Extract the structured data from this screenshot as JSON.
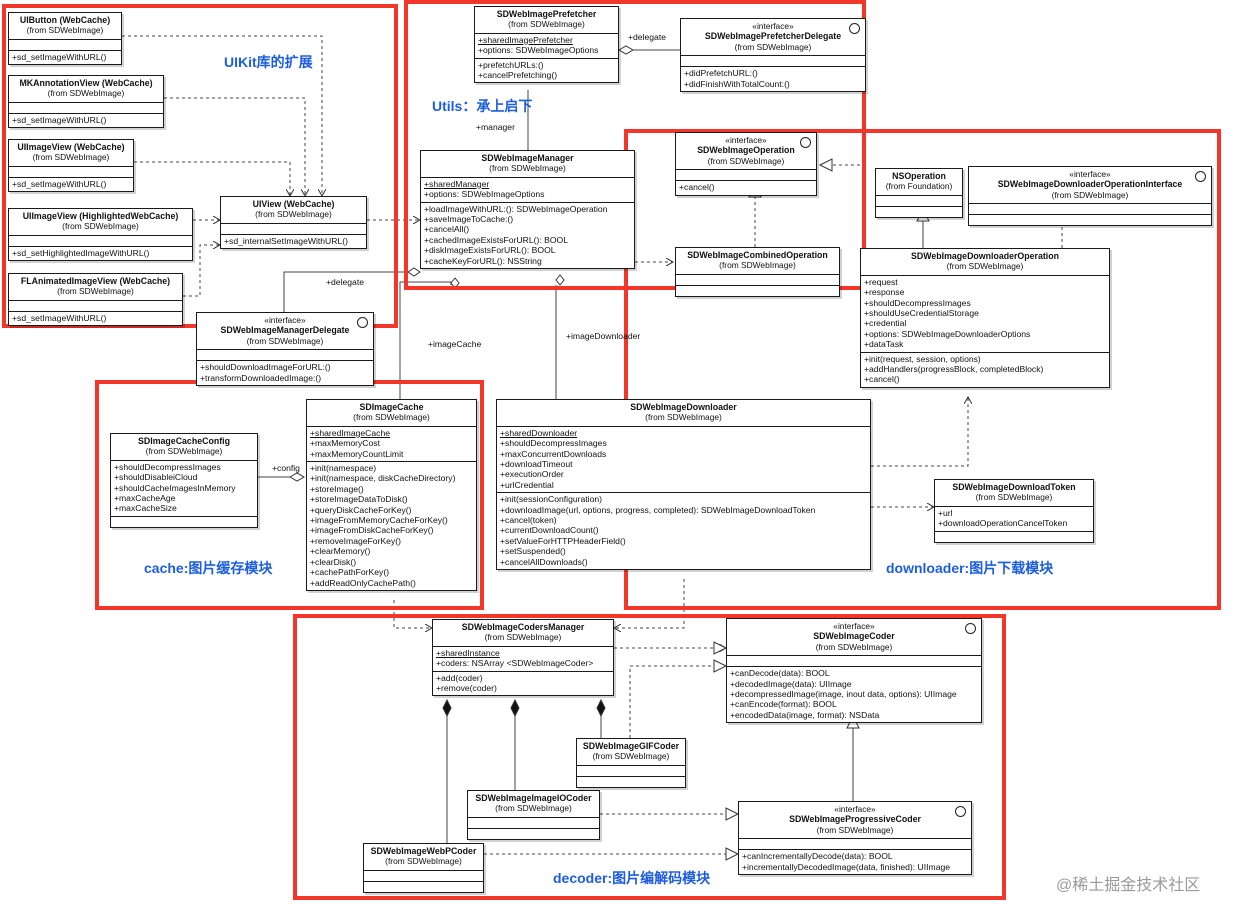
{
  "classes": {
    "uibutton": {
      "name": "UIButton (WebCache)",
      "from": "(from SDWebImage)",
      "attrs": [],
      "ops": [
        "+sd_setImageWithURL()"
      ]
    },
    "mkannotation": {
      "name": "MKAnnotationView (WebCache)",
      "from": "(from SDWebImage)",
      "attrs": [],
      "ops": [
        "+sd_setImageWithURL()"
      ]
    },
    "uiimageview": {
      "name": "UIImageView (WebCache)",
      "from": "(from SDWebImage)",
      "attrs": [],
      "ops": [
        "+sd_setImageWithURL()"
      ]
    },
    "uiimageviewhl": {
      "name": "UIImageView (HighlightedWebCache)",
      "from": "(from SDWebImage)",
      "attrs": [],
      "ops": [
        "+sd_setHighlightedImageWithURL()"
      ]
    },
    "flanimated": {
      "name": "FLAnimatedImageView (WebCache)",
      "from": "(from SDWebImage)",
      "attrs": [],
      "ops": [
        "+sd_setImageWithURL()"
      ]
    },
    "uiview": {
      "name": "UIView (WebCache)",
      "from": "(from SDWebImage)",
      "attrs": [],
      "ops": [
        "+sd_internalSetImageWithURL()"
      ]
    },
    "prefetcher": {
      "name": "SDWebImagePrefetcher",
      "from": "(from SDWebImage)",
      "attrs": [
        "+sharedImagePrefetcher",
        "+options: SDWebImageOptions"
      ],
      "ops": [
        "+prefetchURLs:()",
        "+cancelPrefetching()"
      ]
    },
    "prefetcherdelegate": {
      "stereo": "«interface»",
      "name": "SDWebImagePrefetcherDelegate",
      "from": "(from SDWebImage)",
      "ops": [
        "+didPrefetchURL:()",
        "+didFinishWithTotalCount:()"
      ]
    },
    "manager": {
      "name": "SDWebImageManager",
      "from": "(from SDWebImage)",
      "attrs": [
        "+sharedManager",
        "+options: SDWebImageOptions"
      ],
      "ops": [
        "+loadImageWithURL:(): SDWebImageOperation",
        "+saveImageToCache:()",
        "+cancelAll()",
        "+cachedImageExistsForURL(): BOOL",
        "+diskImageExistsForURL(): BOOL",
        "+cacheKeyForURL(): NSString"
      ]
    },
    "managerdelegate": {
      "stereo": "«interface»",
      "name": "SDWebImageManagerDelegate",
      "from": "(from SDWebImage)",
      "ops": [
        "+shouldDownloadImageForURL:()",
        "+transformDownloadedImage:()"
      ]
    },
    "operation": {
      "stereo": "«interface»",
      "name": "SDWebImageOperation",
      "from": "(from SDWebImage)",
      "ops": [
        "+cancel()"
      ]
    },
    "combined": {
      "name": "SDWebImageCombinedOperation",
      "from": "(from SDWebImage)",
      "attrs": [],
      "ops": []
    },
    "nsoperation": {
      "name": "NSOperation",
      "from": "(from Foundation)",
      "attrs": [],
      "ops": []
    },
    "dlopinterface": {
      "stereo": "«interface»",
      "name": "SDWebImageDownloaderOperationInterface",
      "from": "(from SDWebImage)",
      "ops": []
    },
    "dloperation": {
      "name": "SDWebImageDownloaderOperation",
      "from": "(from SDWebImage)",
      "attrs": [
        "+request",
        "+response",
        "+shouldDecompressImages",
        "+shouldUseCredentialStorage",
        "+credential",
        "+options: SDWebImageDownloaderOptions",
        "+dataTask"
      ],
      "ops": [
        "+init(request, session, options)",
        "+addHandlers(progressBlock, completedBlock)",
        "+cancel()"
      ]
    },
    "cacheconfig": {
      "name": "SDImageCacheConfig",
      "from": "(from SDWebImage)",
      "attrs": [
        "+shouldDecompressImages",
        "+shouldDisableiCloud",
        "+shouldCacheImagesInMemory",
        "+maxCacheAge",
        "+maxCacheSize"
      ],
      "ops": []
    },
    "imagecache": {
      "name": "SDImageCache",
      "from": "(from SDWebImage)",
      "attrs": [
        "+sharedImageCache",
        "+maxMemoryCost",
        "+maxMemoryCountLimit"
      ],
      "ops": [
        "+init(namespace)",
        "+init(namespace, diskCacheDirectory)",
        "+storeImage()",
        "+storeImageDataToDisk()",
        "+queryDiskCacheForKey()",
        "+imageFromMemoryCacheForKey()",
        "+imageFromDiskCacheForKey()",
        "+removeImageForKey()",
        "+clearMemory()",
        "+clearDisk()",
        "+cachePathForKey()",
        "+addReadOnlyCachePath()"
      ]
    },
    "downloader": {
      "name": "SDWebImageDownloader",
      "from": "(from SDWebImage)",
      "attrs": [
        "+sharedDownloader",
        "+shouldDecompressImages",
        "+maxConcurrentDownloads",
        "+downloadTimeout",
        "+executionOrder",
        "+urlCredential"
      ],
      "ops": [
        "+init(sessionConfiguration)",
        "+downloadImage(url, options, progress, completed): SDWebImageDownloadToken",
        "+cancel(token)",
        "+currentDownloadCount()",
        "+setValueForHTTPHeaderField()",
        "+setSuspended()",
        "+cancelAllDownloads()"
      ]
    },
    "downloadtoken": {
      "name": "SDWebImageDownloadToken",
      "from": "(from SDWebImage)",
      "attrs": [
        "+url",
        "+downloadOperationCancelToken"
      ],
      "ops": []
    },
    "codersmanager": {
      "name": "SDWebImageCodersManager",
      "from": "(from SDWebImage)",
      "attrs": [
        "+sharedInstance",
        "+coders: NSArray <SDWebImageCoder>"
      ],
      "ops": [
        "+add(coder)",
        "+remove(coder)"
      ]
    },
    "coder": {
      "stereo": "«interface»",
      "name": "SDWebImageCoder",
      "from": "(from SDWebImage)",
      "ops": [
        "+canDecode(data): BOOL",
        "+decodedImage(data): UIImage",
        "+decompressedImage(image, inout data, options): UIImage",
        "+canEncode(format): BOOL",
        "+encodedData(image, format): NSData"
      ]
    },
    "gifcoder": {
      "name": "SDWebImageGIFCoder",
      "from": "(from SDWebImage)",
      "attrs": [],
      "ops": []
    },
    "imageiocoder": {
      "name": "SDWebImageImageIOCoder",
      "from": "(from SDWebImage)",
      "attrs": [],
      "ops": []
    },
    "progressive": {
      "stereo": "«interface»",
      "name": "SDWebImageProgressiveCoder",
      "from": "(from SDWebImage)",
      "ops": [
        "+canIncrementallyDecode(data): BOOL",
        "+incrementallyDecodedImage(data, finished): UIImage"
      ]
    },
    "webpcoder": {
      "name": "SDWebImageWebPCoder",
      "from": "(from SDWebImage)",
      "attrs": [],
      "ops": []
    }
  },
  "regions": {
    "uikit": "UIKit库的扩展",
    "utils": "Utils：承上启下",
    "cache": "cache:图片缓存模块",
    "downloader": "downloader:图片下载模块",
    "decoder": "decoder:图片编解码模块"
  },
  "edge_labels": {
    "delegate_prefetcher": "+delegate",
    "manager": "+manager",
    "delegate_manager": "+delegate",
    "imagecache": "+imageCache",
    "imagedownloader": "+imageDownloader",
    "config": "+config"
  },
  "watermark": "@稀土掘金技术社区",
  "colors": {
    "region_border": "#f2362a",
    "region_label": "#1d5ee0"
  }
}
